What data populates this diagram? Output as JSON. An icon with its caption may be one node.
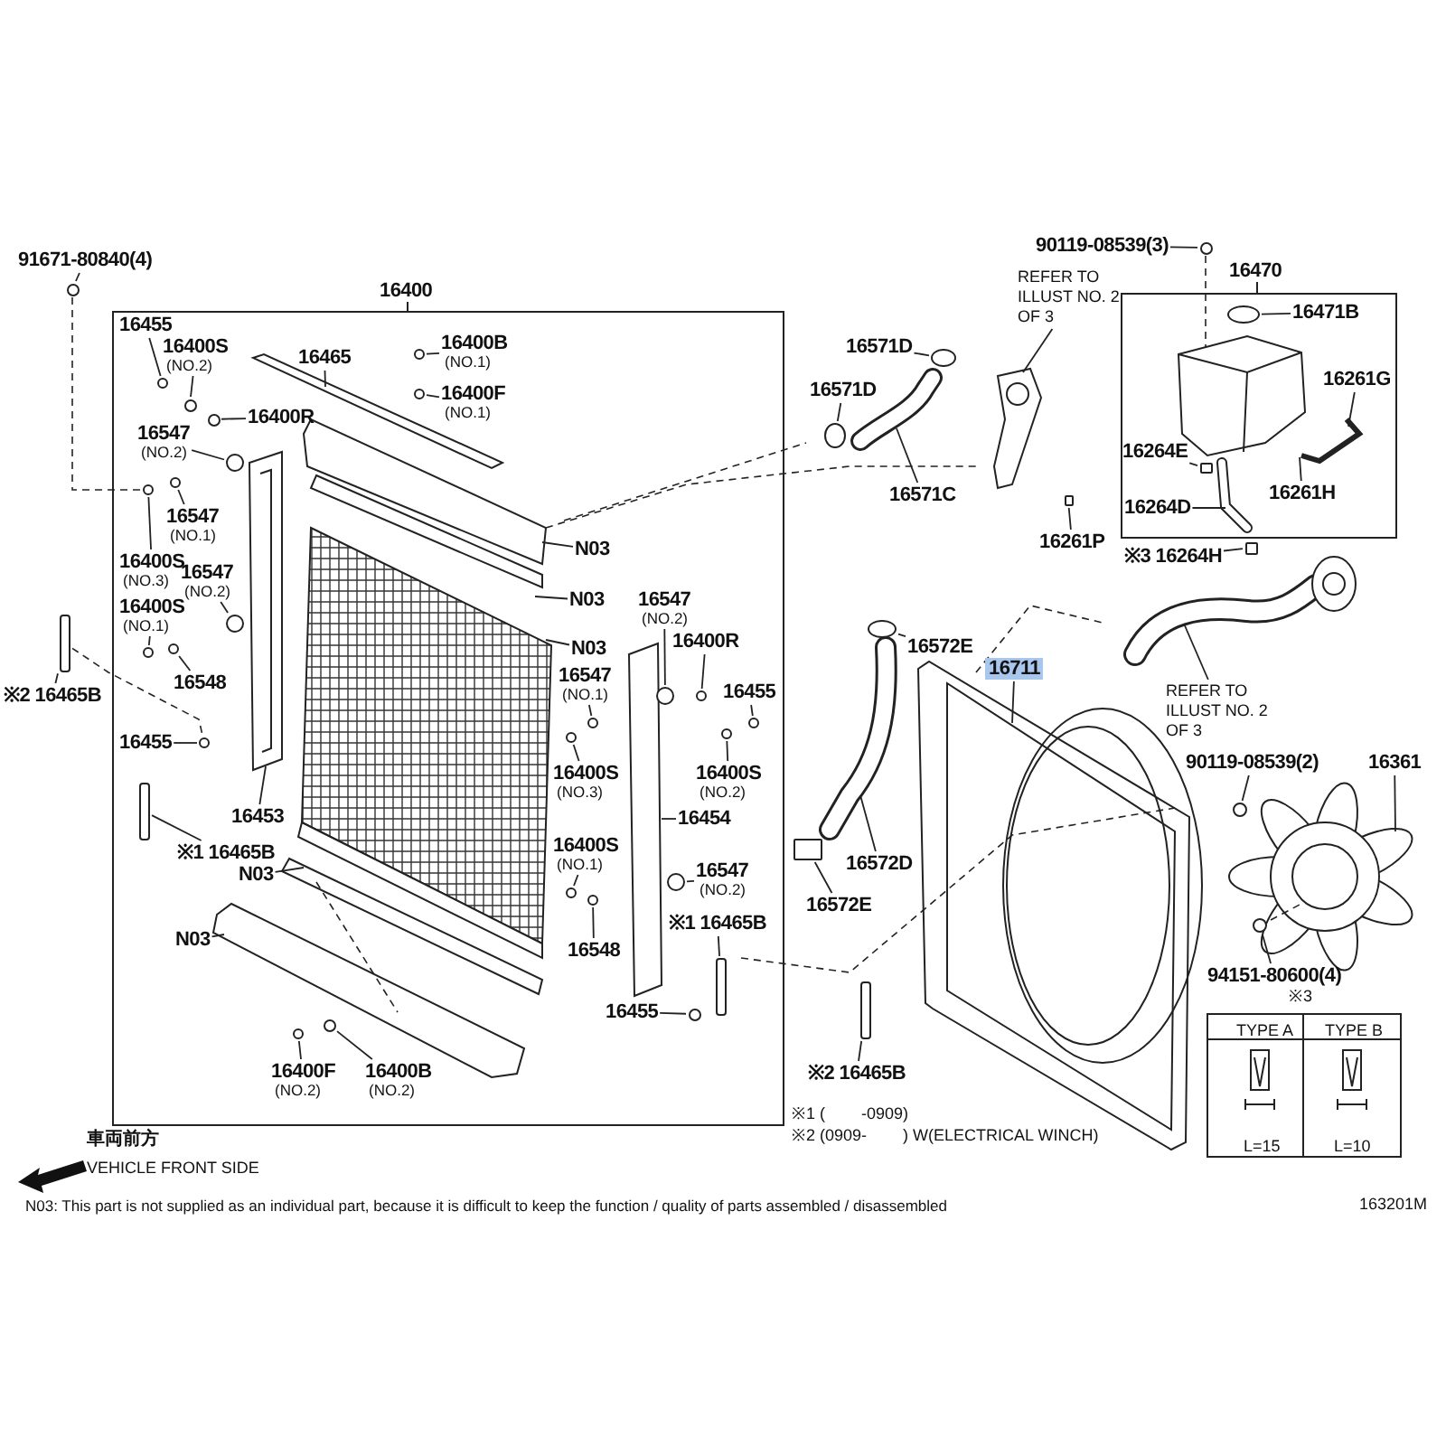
{
  "diagram": {
    "nodes": [
      {
        "text": [
          "16400"
        ]
      },
      {
        "text": [
          "16455"
        ],
        "in": 0
      },
      {
        "text": [
          "16400S",
          "(NO.2)"
        ],
        "in": 0
      },
      {
        "text": [
          "16400R"
        ],
        "in": 0
      },
      {
        "text": [
          "16547",
          "(NO.2)"
        ],
        "in": 0
      },
      {
        "text": [
          "16547",
          "(NO.1)"
        ],
        "in": 0
      },
      {
        "text": [
          "16400S",
          "(NO.3)"
        ],
        "in": 0
      },
      {
        "text": [
          "16547",
          "(NO.2)"
        ],
        "in": 0
      },
      {
        "text": [
          "16400S",
          "(NO.1)"
        ],
        "in": 0
      },
      {
        "text": [
          "16548"
        ],
        "in": 0
      },
      {
        "text": [
          "16455"
        ],
        "in": 0
      },
      {
        "text": [
          "16453"
        ],
        "in": 0
      },
      {
        "text": [
          "※1 16465B"
        ],
        "in": 0
      },
      {
        "text": [
          "N03"
        ],
        "in": 0
      },
      {
        "text": [
          "N03"
        ],
        "in": 0
      },
      {
        "text": [
          "16400F",
          "(NO.2)"
        ],
        "in": 0
      },
      {
        "text": [
          "16400B",
          "(NO.2)"
        ],
        "in": 0
      },
      {
        "text": [
          "16465"
        ],
        "in": 0
      },
      {
        "text": [
          "16400B",
          "(NO.1)"
        ],
        "in": 0
      },
      {
        "text": [
          "16400F",
          "(NO.1)"
        ],
        "in": 0
      },
      {
        "text": [
          "N03"
        ],
        "in": 0
      },
      {
        "text": [
          "N03"
        ],
        "in": 0
      },
      {
        "text": [
          "N03"
        ],
        "in": 0
      },
      {
        "text": [
          "16547",
          "(NO.2)"
        ],
        "in": 0
      },
      {
        "text": [
          "16400R"
        ],
        "in": 0
      },
      {
        "text": [
          "16547",
          "(NO.1)"
        ],
        "in": 0
      },
      {
        "text": [
          "16455"
        ],
        "in": 0
      },
      {
        "text": [
          "16400S",
          "(NO.3)"
        ],
        "in": 0
      },
      {
        "text": [
          "16400S",
          "(NO.2)"
        ],
        "in": 0
      },
      {
        "text": [
          "16454"
        ],
        "in": 0
      },
      {
        "text": [
          "16400S",
          "(NO.1)"
        ],
        "in": 0
      },
      {
        "text": [
          "16547",
          "(NO.2)"
        ],
        "in": 0
      },
      {
        "text": [
          "16548"
        ],
        "in": 0
      },
      {
        "text": [
          "※1 16465B"
        ],
        "in": 0
      },
      {
        "text": [
          "16455"
        ],
        "in": 0
      },
      {
        "text": [
          "91671-80840(4)"
        ]
      },
      {
        "text": [
          "※2 16465B"
        ]
      },
      {
        "text": [
          "16571D"
        ]
      },
      {
        "text": [
          "16571D"
        ]
      },
      {
        "text": [
          "16571C"
        ]
      },
      {
        "text": [
          "REFER TO ILLUST NO. 2 OF 3"
        ]
      },
      {
        "text": [
          "90119-08539(3)"
        ]
      },
      {
        "text": [
          "16470"
        ]
      },
      {
        "text": [
          "16471B"
        ],
        "in": 42
      },
      {
        "text": [
          "16261G"
        ],
        "in": 42
      },
      {
        "text": [
          "16264E"
        ],
        "in": 42
      },
      {
        "text": [
          "16261H"
        ],
        "in": 42
      },
      {
        "text": [
          "16264D"
        ],
        "in": 42
      },
      {
        "text": [
          "16261P"
        ]
      },
      {
        "text": [
          "※3 16264H"
        ]
      },
      {
        "text": [
          "16572E"
        ]
      },
      {
        "text": [
          "16711"
        ]
      },
      {
        "text": [
          "REFER TO ILLUST NO. 2 OF 3"
        ]
      },
      {
        "text": [
          "90119-08539(2)"
        ]
      },
      {
        "text": [
          "16361"
        ]
      },
      {
        "text": [
          "16572D"
        ]
      },
      {
        "text": [
          "16572E"
        ]
      },
      {
        "text": [
          "※2 16465B"
        ]
      },
      {
        "text": [
          "94151-80600(4)"
        ]
      },
      {
        "text": [],
        "shape": "circle"
      },
      {
        "text": [],
        "shape": "circle"
      },
      {
        "text": [],
        "shape": "circle",
        "in": 42
      },
      {
        "text": [],
        "shape": "circle",
        "in": 0
      },
      {
        "text": [],
        "shape": "circle",
        "in": 0
      },
      {
        "text": [],
        "shape": "circle",
        "in": 0
      },
      {
        "text": [],
        "shape": "circle",
        "in": 0
      },
      {
        "text": [],
        "shape": "circle",
        "in": 0
      },
      {
        "text": [],
        "shape": "box",
        "in": 42
      },
      {
        "text": [],
        "shape": "circle",
        "in": 0
      },
      {
        "text": [],
        "shape": "circle",
        "in": 0
      },
      {
        "text": [],
        "shape": "circle",
        "in": 0
      },
      {
        "text": [],
        "shape": "box"
      },
      {
        "text": [],
        "shape": "box"
      },
      {
        "text": [],
        "shape": "bar"
      },
      {
        "text": [],
        "shape": "circle",
        "in": 0
      },
      {
        "text": [],
        "shape": "circle",
        "in": 0
      },
      {
        "text": [],
        "shape": "circle",
        "in": 0
      },
      {
        "text": [],
        "shape": "circle",
        "in": 0
      },
      {
        "text": [],
        "shape": "circle",
        "in": 0
      },
      {
        "text": [],
        "shape": "circle",
        "in": 0
      },
      {
        "text": [],
        "shape": "circle",
        "in": 0
      },
      {
        "text": [],
        "shape": "circle",
        "in": 0
      },
      {
        "text": [],
        "shape": "circle",
        "in": 0
      },
      {
        "text": [],
        "shape": "circle",
        "in": 0
      },
      {
        "text": [],
        "shape": "bar",
        "in": 0
      },
      {
        "text": [],
        "shape": "circle"
      },
      {
        "text": [],
        "shape": "circle",
        "in": 0
      },
      {
        "text": [],
        "shape": "circle",
        "in": 0
      },
      {
        "text": [],
        "shape": "circle",
        "in": 0
      },
      {
        "text": [],
        "shape": "circle"
      },
      {
        "text": [],
        "shape": "bar",
        "in": 0
      },
      {
        "text": [],
        "shape": "bar"
      },
      {
        "text": [],
        "shape": "circle",
        "in": 0
      },
      {
        "text": [],
        "shape": "circle",
        "in": 0
      },
      {
        "text": [],
        "shape": "circle",
        "in": 0
      },
      {
        "text": [],
        "shape": "circle"
      },
      {
        "text": [],
        "shape": "circle"
      },
      {
        "text": [],
        "shape": "picture"
      },
      {
        "text": [],
        "shape": "picture",
        "in": 42
      },
      {
        "text": [],
        "shape": "picture"
      },
      {
        "text": [],
        "shape": "picture"
      },
      {
        "text": [],
        "shape": "circle"
      },
      {
        "text": [],
        "shape": "box"
      },
      {
        "text": [],
        "shape": "picture"
      }
    ],
    "edges": [
      {
        "from": 1,
        "to": 63,
        "arrow": "none"
      },
      {
        "from": 2,
        "to": 65,
        "arrow": "none"
      },
      {
        "from": 3,
        "to": 66,
        "arrow": "none"
      },
      {
        "from": 4,
        "to": 68,
        "arrow": "none"
      },
      {
        "from": 5,
        "to": 69,
        "arrow": "none"
      },
      {
        "from": 6,
        "to": 70,
        "arrow": "none"
      },
      {
        "from": 7,
        "to": 74,
        "arrow": "none"
      },
      {
        "from": 8,
        "to": 76,
        "arrow": "none"
      },
      {
        "from": 9,
        "to": 75,
        "arrow": "none"
      },
      {
        "from": 10,
        "to": 83,
        "arrow": "none"
      },
      {
        "from": 11,
        "to": null,
        "arrow": "none"
      },
      {
        "from": 12,
        "to": 84,
        "arrow": "none"
      },
      {
        "from": 13,
        "to": null,
        "arrow": "none"
      },
      {
        "from": 14,
        "to": null,
        "arrow": "none"
      },
      {
        "from": 15,
        "to": 94,
        "arrow": "none"
      },
      {
        "from": 16,
        "to": 93,
        "arrow": "none"
      },
      {
        "from": 17,
        "to": null,
        "arrow": "none"
      },
      {
        "from": 18,
        "to": 62,
        "arrow": "none"
      },
      {
        "from": 19,
        "to": 64,
        "arrow": "none"
      },
      {
        "from": 20,
        "to": null,
        "arrow": "none"
      },
      {
        "from": 21,
        "to": null,
        "arrow": "none"
      },
      {
        "from": 22,
        "to": null,
        "arrow": "none"
      },
      {
        "from": 23,
        "to": 77,
        "arrow": "none"
      },
      {
        "from": 24,
        "to": 78,
        "arrow": "none"
      },
      {
        "from": 25,
        "to": 79,
        "arrow": "none"
      },
      {
        "from": 26,
        "to": 80,
        "arrow": "none"
      },
      {
        "from": 27,
        "to": 82,
        "arrow": "none"
      },
      {
        "from": 28,
        "to": 81,
        "arrow": "none"
      },
      {
        "from": 29,
        "to": null,
        "arrow": "none"
      },
      {
        "from": 30,
        "to": 87,
        "arrow": "none"
      },
      {
        "from": 31,
        "to": 86,
        "arrow": "none"
      },
      {
        "from": 32,
        "to": 88,
        "arrow": "none"
      },
      {
        "from": 33,
        "to": 90,
        "arrow": "none"
      },
      {
        "from": 34,
        "to": 92,
        "arrow": "none"
      },
      {
        "from": 35,
        "to": 60,
        "arrow": "none"
      },
      {
        "from": 36,
        "to": 73,
        "arrow": "none"
      },
      {
        "from": 37,
        "to": 95,
        "arrow": "none"
      },
      {
        "from": 38,
        "to": 96,
        "arrow": "none"
      },
      {
        "from": 39,
        "to": 99,
        "arrow": "none"
      },
      {
        "from": 40,
        "to": 97,
        "arrow": "none"
      },
      {
        "from": 41,
        "to": 59,
        "arrow": "none"
      },
      {
        "from": 43,
        "to": 61,
        "arrow": "none"
      },
      {
        "from": 44,
        "to": null,
        "arrow": "none"
      },
      {
        "from": 45,
        "to": 67,
        "arrow": "none"
      },
      {
        "from": 46,
        "to": null,
        "arrow": "none"
      },
      {
        "from": 47,
        "to": null,
        "arrow": "none"
      },
      {
        "from": 48,
        "to": 71,
        "arrow": "none"
      },
      {
        "from": 49,
        "to": 72,
        "arrow": "none"
      },
      {
        "from": 50,
        "to": 101,
        "arrow": "none"
      },
      {
        "from": 51,
        "to": null,
        "arrow": "none"
      },
      {
        "from": 52,
        "to": 103,
        "arrow": "none"
      },
      {
        "from": 53,
        "to": 85,
        "arrow": "none"
      },
      {
        "from": 54,
        "to": null,
        "arrow": "none"
      },
      {
        "from": 55,
        "to": 100,
        "arrow": "none"
      },
      {
        "from": 56,
        "to": 102,
        "arrow": "none"
      },
      {
        "from": 57,
        "to": 91,
        "arrow": "none"
      },
      {
        "from": 58,
        "to": 89,
        "arrow": "none"
      },
      {
        "from": 60,
        "to": 70,
        "arrow": "none",
        "style": "dashed"
      },
      {
        "from": 73,
        "to": 83,
        "arrow": "none",
        "style": "dashed"
      },
      {
        "from": 59,
        "to": 98,
        "arrow": "none",
        "style": "dashed"
      }
    ],
    "labels": [
      "※3",
      "TYPE A",
      "TYPE B",
      "※1 (        -0909)",
      "車両前方",
      "※2 (0909-        ) W(ELECTRICAL WINCH)",
      "L=15",
      "L=10",
      "VEHICLE FRONT SIDE",
      "N03: This part is not supplied as an individual part, because it is difficult to keep the function / quality of parts assembled / disassembled",
      "163201M"
    ]
  }
}
